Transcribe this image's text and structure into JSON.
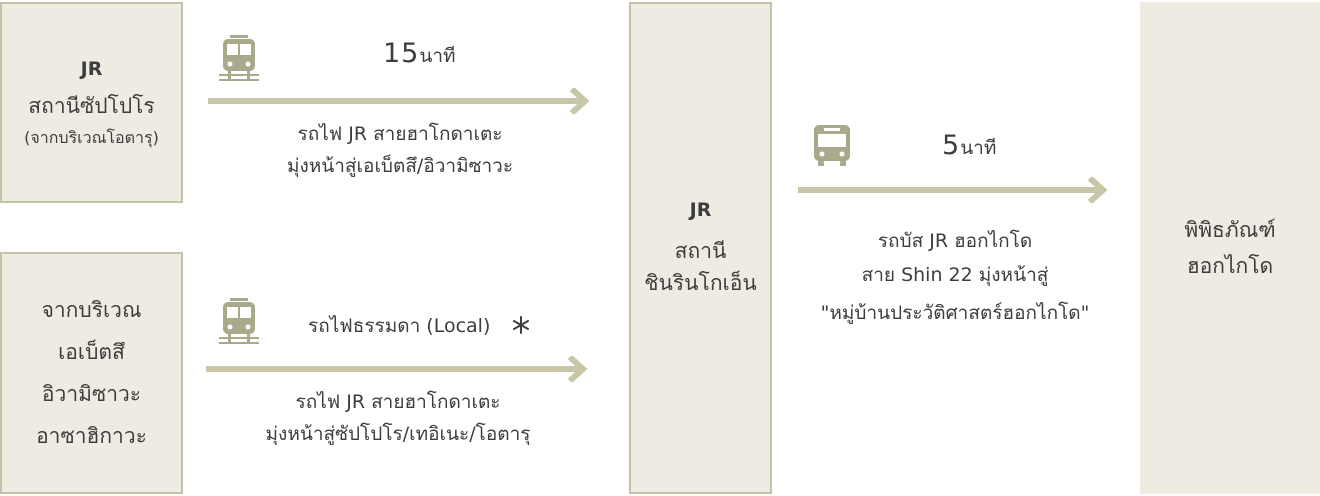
{
  "boxes": {
    "sapporo": {
      "prefix": "JR",
      "name": "สถานีซัปโปโร",
      "note": "(จากบริเวณโอตารุ)"
    },
    "ebetsu": {
      "lines": [
        "จากบริเวณ",
        "เอเบ็ตสึ",
        "อิวามิซาวะ",
        "อาซาฮิกาวะ"
      ]
    },
    "shinrinkoen": {
      "prefix": "JR",
      "lines": [
        "สถานี",
        "ชินรินโกเอ็น"
      ]
    },
    "museum": {
      "lines": [
        "พิพิธภัณฑ์",
        "ฮอกไกโด"
      ]
    }
  },
  "routes": {
    "train_rapid": {
      "icon": "train-icon",
      "time_value": "15",
      "time_unit": "นาที",
      "caption": [
        "รถไฟ JR สายฮาโกดาเตะ",
        "มุ่งหน้าสู่เอเบ็ตสึ/อิวามิซาวะ"
      ]
    },
    "train_local": {
      "icon": "train-icon",
      "label": "รถไฟธรรมดา (Local)",
      "marker": "asterisk-icon",
      "caption": [
        "รถไฟ JR สายฮาโกดาเตะ",
        "มุ่งหน้าสู่ซัปโปโร/เทอิเนะ/โอตารุ"
      ]
    },
    "bus": {
      "icon": "bus-icon",
      "time_value": "5",
      "time_unit": "นาที",
      "caption": [
        "รถบัส JR ฮอกไกโด",
        "สาย Shin 22 มุ่งหน้าสู่",
        "\"หมู่บ้านประวัติศาสตร์ฮอกไกโด\""
      ]
    }
  },
  "colors": {
    "box_fill": "#eeebe3",
    "box_border": "#c4c3a9",
    "arrow": "#c7c7a8",
    "icon": "#a9a98c",
    "text": "#3d3d3d"
  }
}
